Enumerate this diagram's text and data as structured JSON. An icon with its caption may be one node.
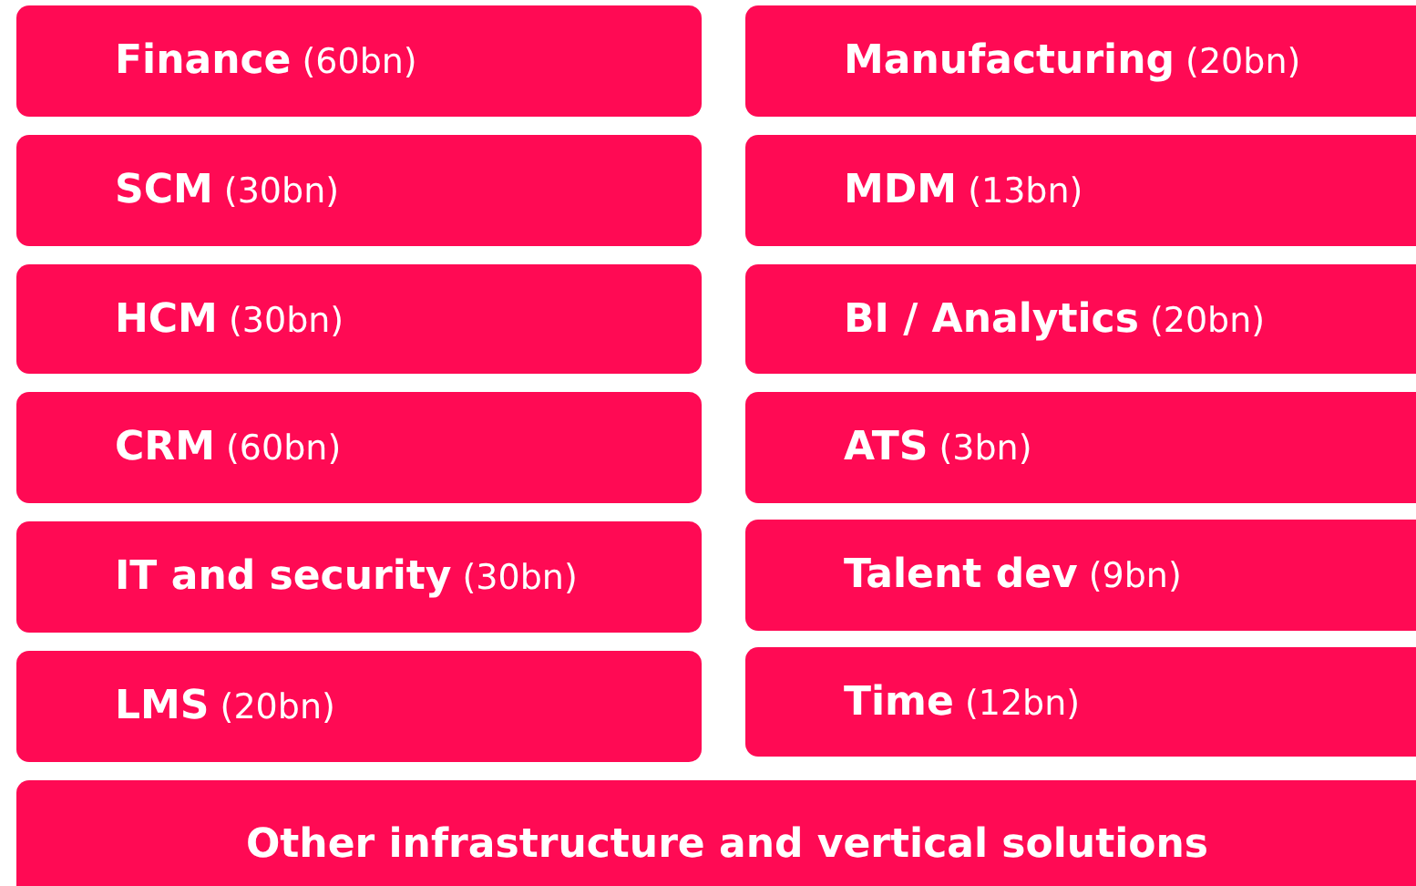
{
  "diagram": {
    "nodes": [
      {
        "text": [
          "**Finance** (60bn)"
        ]
      },
      {
        "text": [
          "**Manufacturing** (20bn)"
        ]
      },
      {
        "text": [
          "**SCM** (30bn)"
        ]
      },
      {
        "text": [
          "**MDM** (13bn)"
        ]
      },
      {
        "text": [
          "**HCM** (30bn)"
        ]
      },
      {
        "text": [
          "**BI / Analytics** (20bn)"
        ]
      },
      {
        "text": [
          "**CRM** (60bn)"
        ]
      },
      {
        "text": [
          "**ATS** (3bn)"
        ]
      },
      {
        "text": [
          "**IT and security** (30bn)"
        ]
      },
      {
        "text": [
          "**Talent dev** (9bn)"
        ]
      },
      {
        "text": [
          "**LMS** (20bn)"
        ]
      },
      {
        "text": [
          "**Time** (12bn)"
        ]
      },
      {
        "text": [
          "Other infrastructure and vertical solutions"
        ]
      }
    ]
  }
}
